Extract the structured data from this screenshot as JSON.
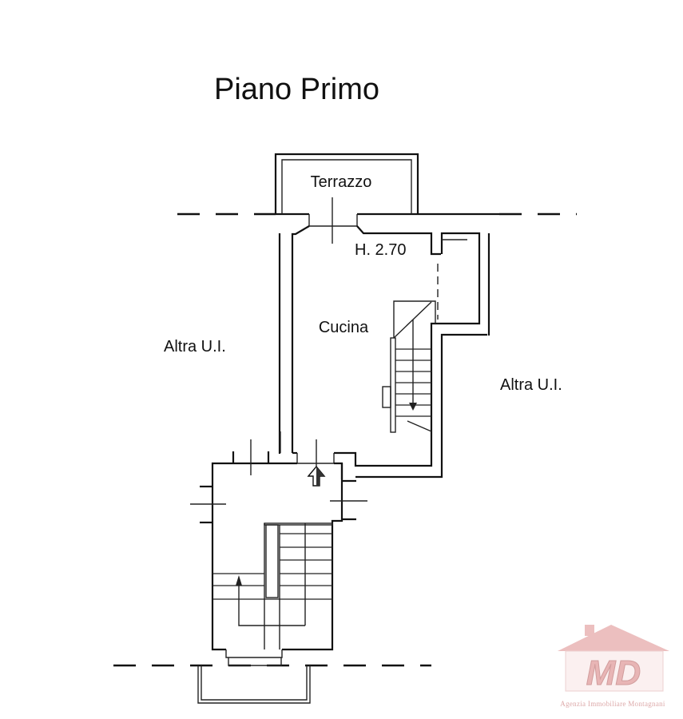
{
  "title": "Piano Primo",
  "rooms": {
    "terrace": "Terrazzo",
    "kitchen": "Cucina",
    "height": "H. 2.70",
    "other_unit_left": "Altra U.I.",
    "other_unit_right": "Altra U.I."
  },
  "logo": {
    "initials": "MD",
    "agency": "Agenzia Immobiliare Montagnani",
    "color": "#e9b4b4"
  }
}
